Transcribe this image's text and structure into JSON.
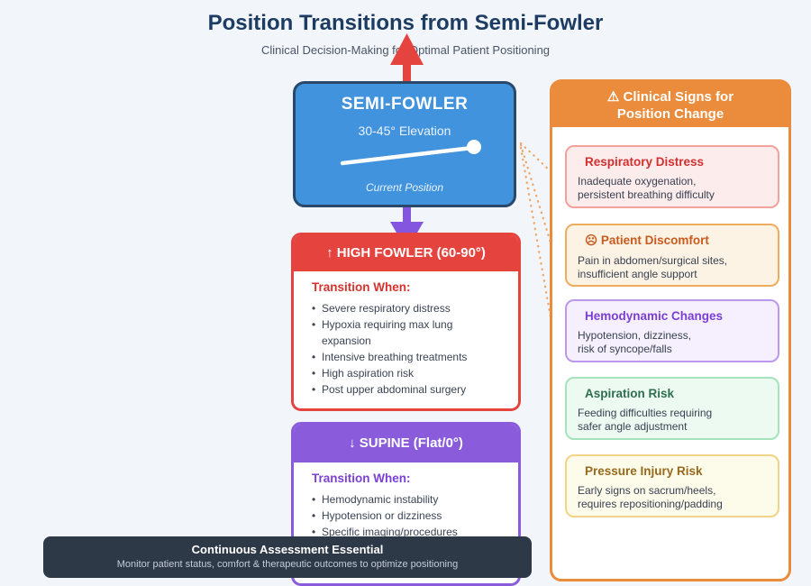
{
  "header": {
    "title": "Position Transitions from Semi-Fowler",
    "subtitle": "Clinical Decision-Making for Optimal Patient Positioning"
  },
  "semi_fowler": {
    "title": "SEMI-FOWLER",
    "elevation": "30-45° Elevation",
    "caption": "Current Position"
  },
  "high_fowler": {
    "header": "↑ HIGH FOWLER (60-90°)",
    "label": "Transition When:",
    "bullets": [
      "Severe respiratory distress",
      "Hypoxia requiring max lung expansion",
      "Intensive breathing treatments",
      "High aspiration risk",
      "Post upper abdominal surgery"
    ]
  },
  "supine": {
    "header": "↓ SUPINE (Flat/0°)",
    "label": "Transition When:",
    "bullets": [
      "Hemodynamic instability",
      "Hypotension or dizziness",
      "Specific imaging/procedures"
    ]
  },
  "clinical_signs": {
    "header_line1": "⚠ Clinical Signs for",
    "header_line2": "Position Change",
    "cards": [
      {
        "title": "Respiratory Distress",
        "line1": "Inadequate oxygenation,",
        "line2": "persistent breathing difficulty"
      },
      {
        "title": "☹ Patient Discomfort",
        "line1": "Pain in abdomen/surgical sites,",
        "line2": "insufficient angle support"
      },
      {
        "title": "Hemodynamic Changes",
        "line1": "Hypotension, dizziness,",
        "line2": "risk of syncope/falls"
      },
      {
        "title": "Aspiration Risk",
        "line1": "Feeding difficulties requiring",
        "line2": "safer angle adjustment"
      },
      {
        "title": "Pressure Injury Risk",
        "line1": "Early signs on sacrum/heels,",
        "line2": "requires repositioning/padding"
      }
    ]
  },
  "footer": {
    "title": "Continuous Assessment Essential",
    "subtitle": "Monitor patient status, comfort & therapeutic outcomes to optimize positioning"
  },
  "colors": {
    "blue": "#4193de",
    "blue_border": "#29486a",
    "red": "#e5433e",
    "purple": "#8a5cdb",
    "orange": "#ea8c3c",
    "title_navy": "#1d3c63",
    "footer_bg": "#2e3948",
    "background": "#f2f5f9"
  }
}
